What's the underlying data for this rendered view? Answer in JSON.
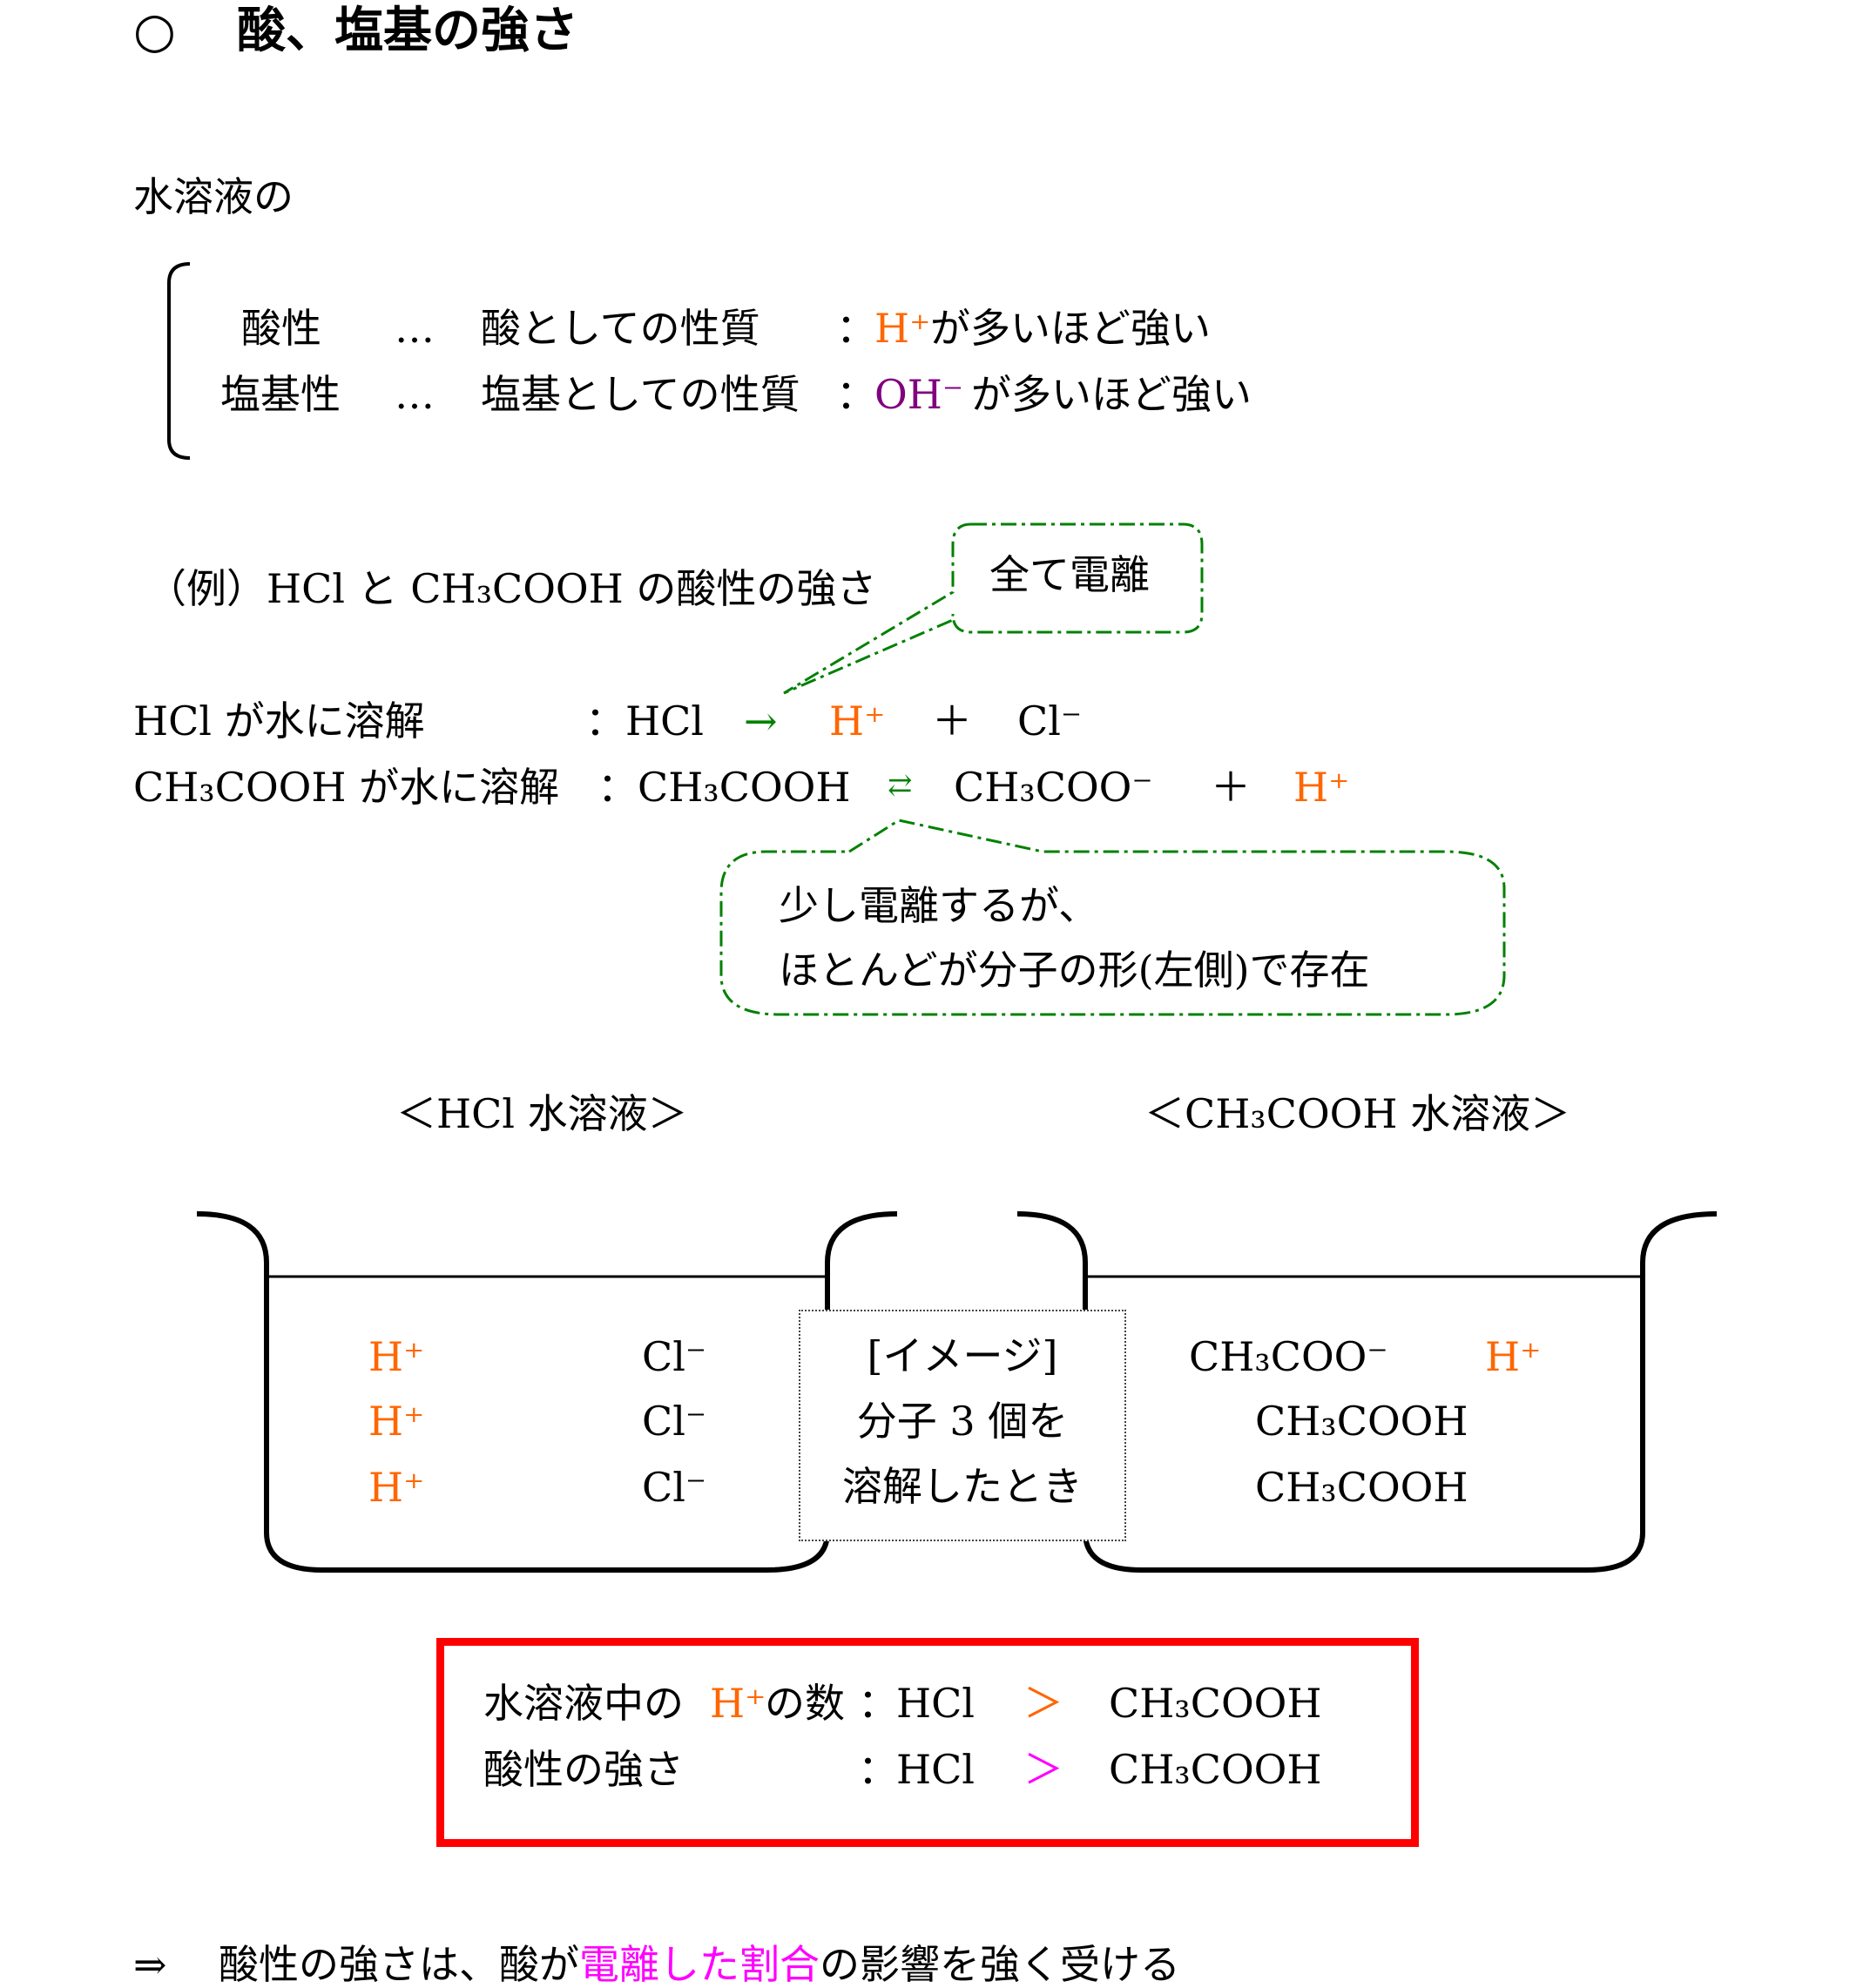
{
  "title": {
    "bullet": "○",
    "text": "酸、塩基の強さ"
  },
  "intro": "水溶液の",
  "properties": [
    {
      "name": "酸性",
      "dots": "…",
      "desc": "酸としての性質",
      "colon": "：",
      "ion": "H⁺",
      "tail": "が多いほど強い"
    },
    {
      "name": "塩基性",
      "dots": "…",
      "desc": "塩基としての性質",
      "colon": "：",
      "ion": "OH⁻",
      "tail": "が多いほど強い"
    }
  ],
  "example": {
    "heading": "（例）HCl と CH₃COOH の酸性の強さ",
    "callout_full": "全て電離",
    "hcl_line": {
      "label": "HCl が水に溶解",
      "colon_formula": "：HCl",
      "arrow": "→",
      "h": "H⁺",
      "plus": "＋",
      "anion": "Cl⁻"
    },
    "acetic_line": {
      "label": "CH₃COOH が水に溶解",
      "colon_formula": "：CH₃COOH",
      "arrow": "⇄",
      "anion": "CH₃COO⁻",
      "plus": "＋",
      "h": "H⁺"
    },
    "callout_partial": [
      "少し電離するが、",
      "ほとんどが分子の形(左側)で存在"
    ]
  },
  "beakers": {
    "left_label": "＜HCl 水溶液＞",
    "right_label": "＜CH₃COOH 水溶液＞",
    "left_rows": [
      [
        "H⁺",
        "Cl⁻"
      ],
      [
        "H⁺",
        "Cl⁻"
      ],
      [
        "H⁺",
        "Cl⁻"
      ]
    ],
    "right_rows": [
      [
        "CH₃COO⁻",
        "H⁺"
      ],
      [
        "CH₃COOH"
      ],
      [
        "CH₃COOH"
      ]
    ],
    "image_note": [
      "[イメージ]",
      "分子 3 個を",
      "溶解したとき"
    ]
  },
  "summary": {
    "row1": {
      "pre": "水溶液中の ",
      "ion": "H⁺",
      "post": "の数",
      "colon": "：",
      "left": "HCl",
      "gt": "＞",
      "right": "CH₃COOH"
    },
    "row2": {
      "pre": "酸性の強さ",
      "colon": "：",
      "left": "HCl",
      "gt": "＞",
      "right": "CH₃COOH"
    }
  },
  "conclusion": {
    "arrow": "⇒",
    "pre": "酸性の強さは、酸が",
    "highlight": "電離した割合",
    "post": "の影響を強く受ける"
  },
  "colors": {
    "h_ion": "#ff6600",
    "oh_ion": "#800080",
    "highlight": "#ff00ff",
    "callout": "#008000",
    "summary_border": "#ff0000"
  }
}
